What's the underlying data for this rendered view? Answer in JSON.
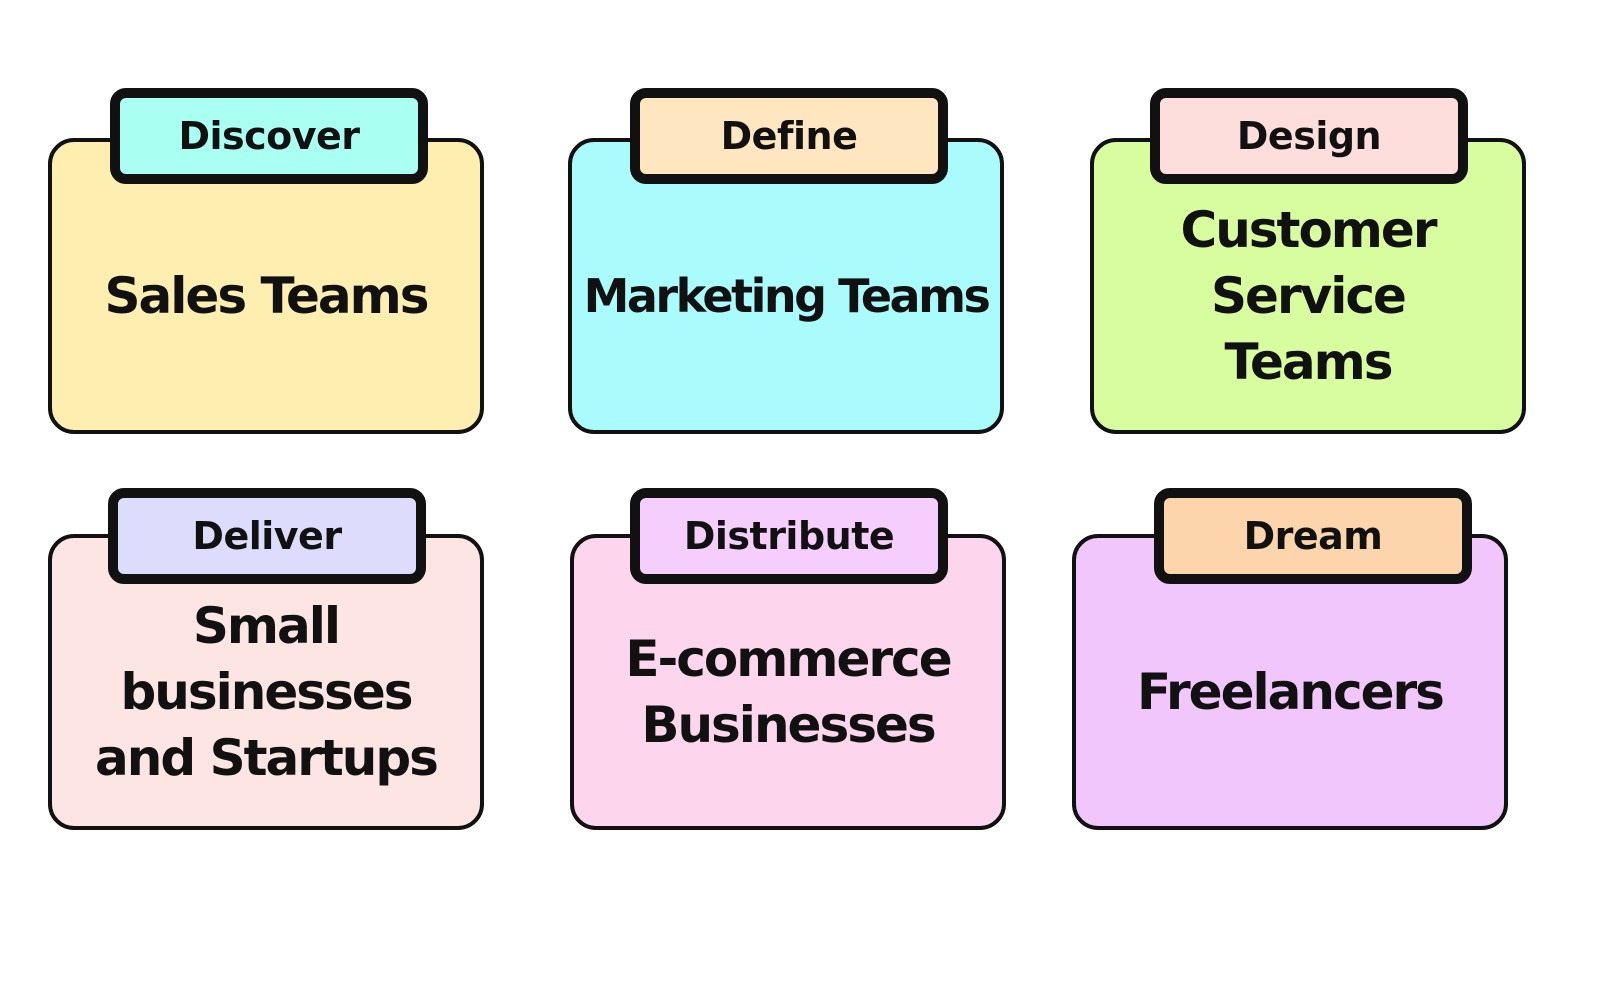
{
  "stages": [
    {
      "tab": "Discover",
      "card": "Sales Teams",
      "tab_color": "#a8fff2",
      "card_color": "#feeeb0"
    },
    {
      "tab": "Define",
      "card": "Marketing Teams",
      "tab_color": "#fde6c0",
      "card_color": "#aafcfc"
    },
    {
      "tab": "Design",
      "card": "Customer\nService\nTeams",
      "tab_color": "#fddedd",
      "card_color": "#d8fd9f"
    },
    {
      "tab": "Deliver",
      "card": "Small\nbusinesses\nand Startups",
      "tab_color": "#dedcfd",
      "card_color": "#fde5e4"
    },
    {
      "tab": "Distribute",
      "card": "E-commerce\nBusinesses",
      "tab_color": "#f6cefd",
      "card_color": "#fdd6ee"
    },
    {
      "tab": "Dream",
      "card": "Freelancers",
      "tab_color": "#fdd5ac",
      "card_color": "#f0c6fd"
    }
  ]
}
